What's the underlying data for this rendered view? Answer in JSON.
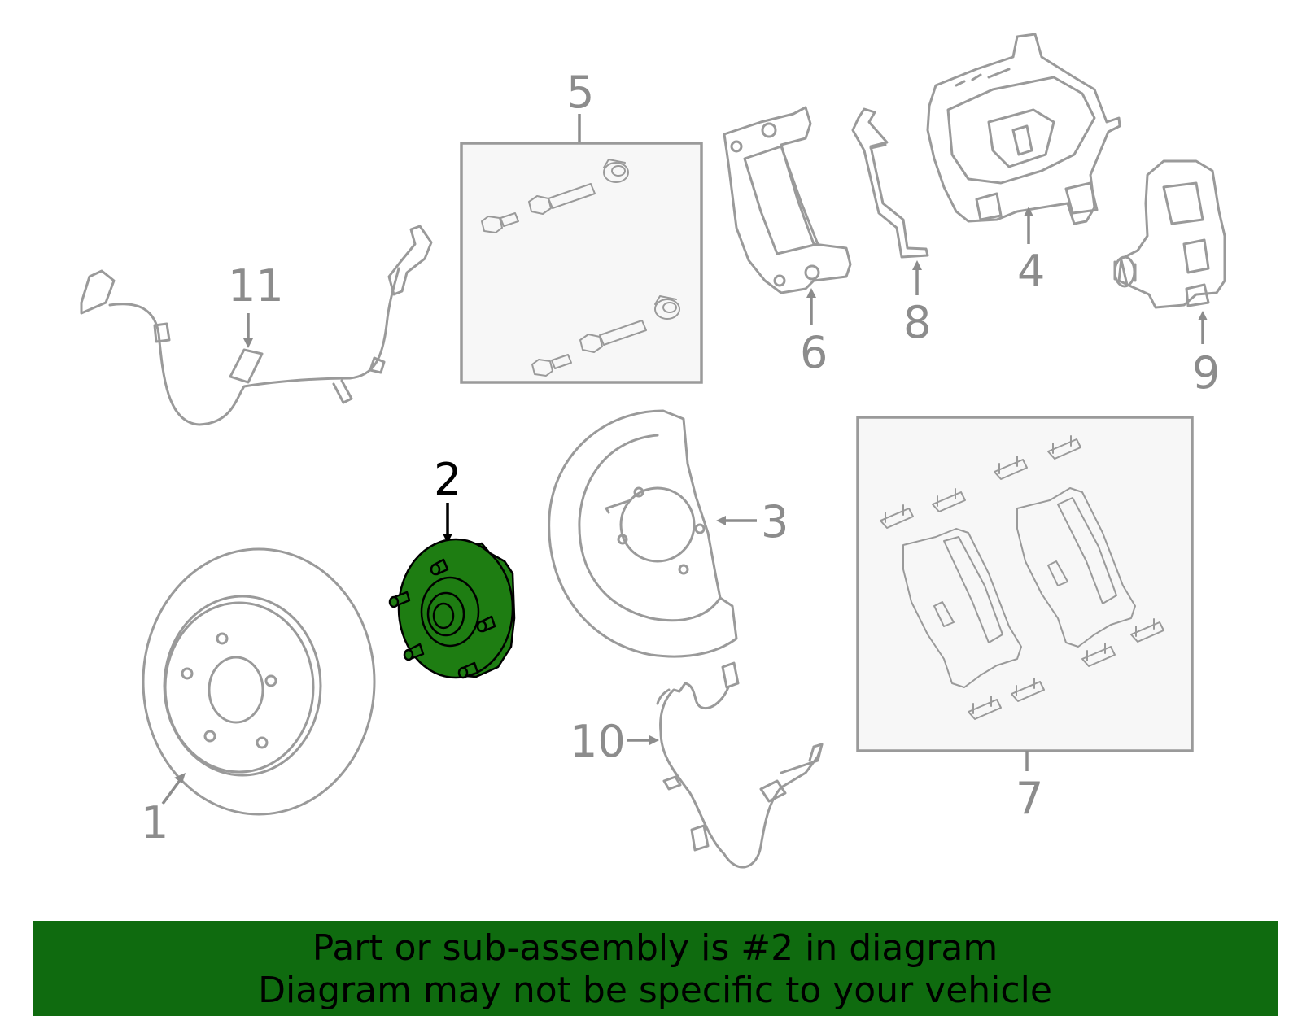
{
  "colors": {
    "highlight_fill": "#1e7d12",
    "banner_bg": "#0f6b0f",
    "part_stroke": "#9a9a9a",
    "callout_text": "#8c8c8c"
  },
  "callouts": {
    "c1": "1",
    "c2": "2",
    "c3": "3",
    "c4": "4",
    "c5": "5",
    "c6": "6",
    "c7": "7",
    "c8": "8",
    "c9": "9",
    "c10": "10",
    "c11": "11"
  },
  "banner": {
    "line1": "Part or sub-assembly is #2 in diagram",
    "line2": "Diagram may not be specific to your vehicle"
  }
}
